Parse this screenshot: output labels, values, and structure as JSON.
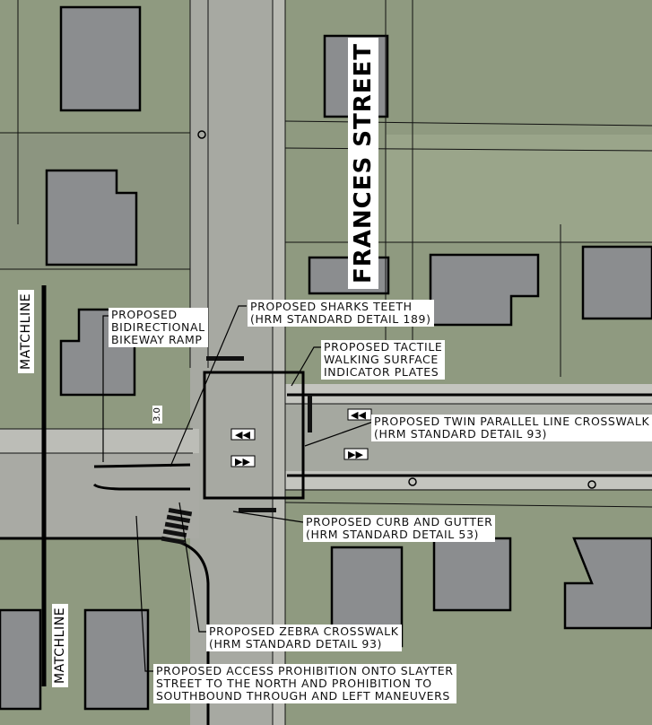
{
  "street_name": "FRANCES STREET",
  "matchline_labels": [
    "MATCHLINE",
    "MATCHLINE"
  ],
  "dimension": "3.0",
  "annotations": {
    "bikeway_ramp": "PROPOSED\nBIDIRECTIONAL\nBIKEWAY RAMP",
    "sharks_teeth": "PROPOSED SHARKS TEETH\n(HRM STANDARD DETAIL 189)",
    "tactile_plates": "PROPOSED TACTILE\nWALKING SURFACE\nINDICATOR PLATES",
    "twin_crosswalk": "PROPOSED TWIN PARALLEL LINE CROSSWALK\n(HRM STANDARD DETAIL 93)",
    "curb_gutter": "PROPOSED CURB AND GUTTER\n(HRM STANDARD DETAIL 53)",
    "zebra_crosswalk": "PROPOSED ZEBRA CROSSWALK\n(HRM STANDARD DETAIL 93)",
    "access_prohibition": "PROPOSED ACCESS PROHIBITION ONTO SLAYTER\nSTREET TO THE NORTH AND PROHIBITION TO\nSOUTHBOUND THROUGH AND LEFT MANEUVERS"
  },
  "colors": {
    "road": "#a7a9a2",
    "grass": "#8f9a80",
    "building": "#8a8c8e",
    "linework": "#000000"
  }
}
